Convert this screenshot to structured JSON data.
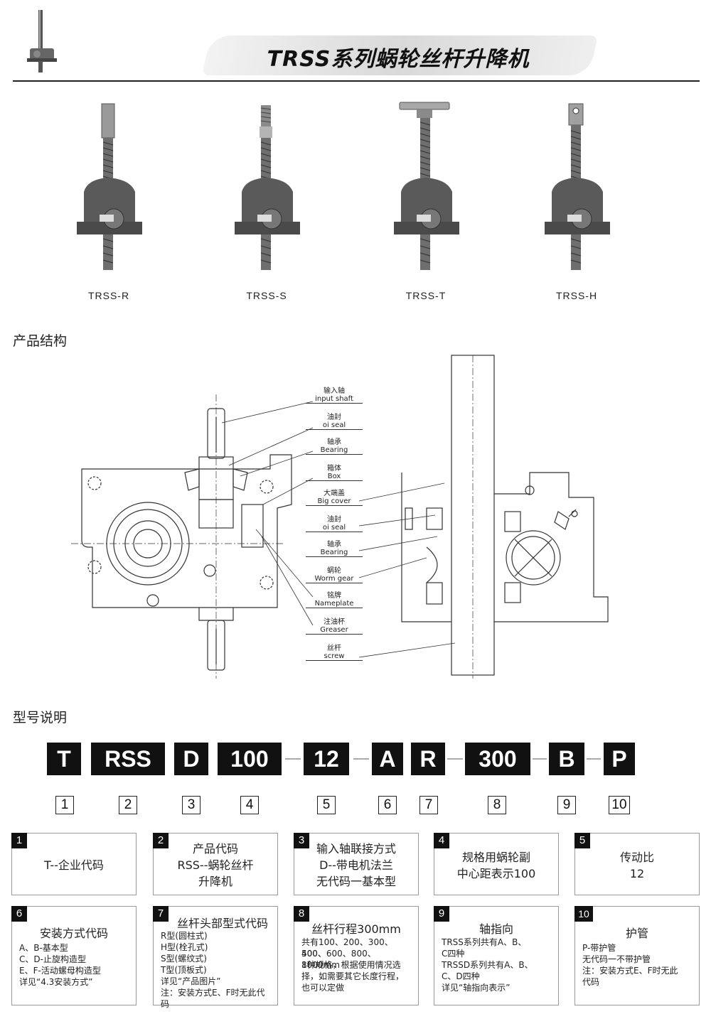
{
  "header": {
    "title": "TRSS系列蜗轮丝杆升降机"
  },
  "products": [
    {
      "label": "TRSS-R",
      "top": "rod"
    },
    {
      "label": "TRSS-S",
      "top": "thread"
    },
    {
      "label": "TRSS-T",
      "top": "plate"
    },
    {
      "label": "TRSS-H",
      "top": "eye"
    }
  ],
  "structure": {
    "title": "产品结构",
    "callouts": [
      {
        "zh": "输入轴",
        "en": "input shaft"
      },
      {
        "zh": "油封",
        "en": "oi seal"
      },
      {
        "zh": "轴承",
        "en": "Bearing"
      },
      {
        "zh": "箱体",
        "en": "Box"
      },
      {
        "zh": "大端盖",
        "en": "Big cover"
      },
      {
        "zh": "油封",
        "en": "oi seal"
      },
      {
        "zh": "轴承",
        "en": "Bearing"
      },
      {
        "zh": "蜗轮",
        "en": "Worm gear"
      },
      {
        "zh": "铭牌",
        "en": "Nameplate"
      },
      {
        "zh": "注油杯",
        "en": "Greaser"
      },
      {
        "zh": "丝杆",
        "en": "screw"
      }
    ]
  },
  "model": {
    "title": "型号说明",
    "codes": [
      "T",
      "RSS",
      "D",
      "100",
      "12",
      "A",
      "R",
      "300",
      "B",
      "P"
    ],
    "numbers": [
      "1",
      "2",
      "3",
      "4",
      "5",
      "6",
      "7",
      "8",
      "9",
      "10"
    ]
  },
  "cards": [
    {
      "num": "1",
      "lines": [
        "T--企业代码"
      ]
    },
    {
      "num": "2",
      "lines": [
        "产品代码",
        "RSS--蜗轮丝杆",
        "升降机"
      ]
    },
    {
      "num": "3",
      "lines": [
        "输入轴联接方式",
        "D--带电机法兰",
        "无代码一基本型"
      ]
    },
    {
      "num": "4",
      "lines": [
        "规格用蜗轮副",
        "中心距表示100"
      ]
    },
    {
      "num": "5",
      "lines": [
        "传动比",
        "12"
      ]
    },
    {
      "num": "6",
      "head": "安装方式代码",
      "lines": [
        "A、B-基本型",
        "C、D-止旋构造型",
        "E、F-活动螺母构造型",
        "详见“4.3安装方式”"
      ]
    },
    {
      "num": "7",
      "head": "丝杆头部型式代码",
      "lines": [
        "R型(圆柱式)",
        "H型(栓孔式)",
        "S型(螺纹式)",
        "T型(顶板式)",
        "详见“产品图片”",
        "注：安装方式E、F时无此代码"
      ]
    },
    {
      "num": "8",
      "head": "丝杆行程300mm",
      "lines": [
        "共有100、200、300、400、",
        "500、600、800、1000mm",
        "8种规格，根据使用情况选",
        "择，如需要其它长度行程，",
        "也可以定做"
      ]
    },
    {
      "num": "9",
      "head": "轴指向",
      "lines": [
        "TRSS系列共有A、B、",
        "C四种",
        "TRSSD系列共有A、B、",
        "C、D四种",
        "详见“轴指向表示”"
      ]
    },
    {
      "num": "10",
      "head": "护管",
      "lines": [
        "P-带护管",
        "无代码一不带护管",
        "注：安装方式E、F时无此",
        "代码"
      ]
    }
  ]
}
